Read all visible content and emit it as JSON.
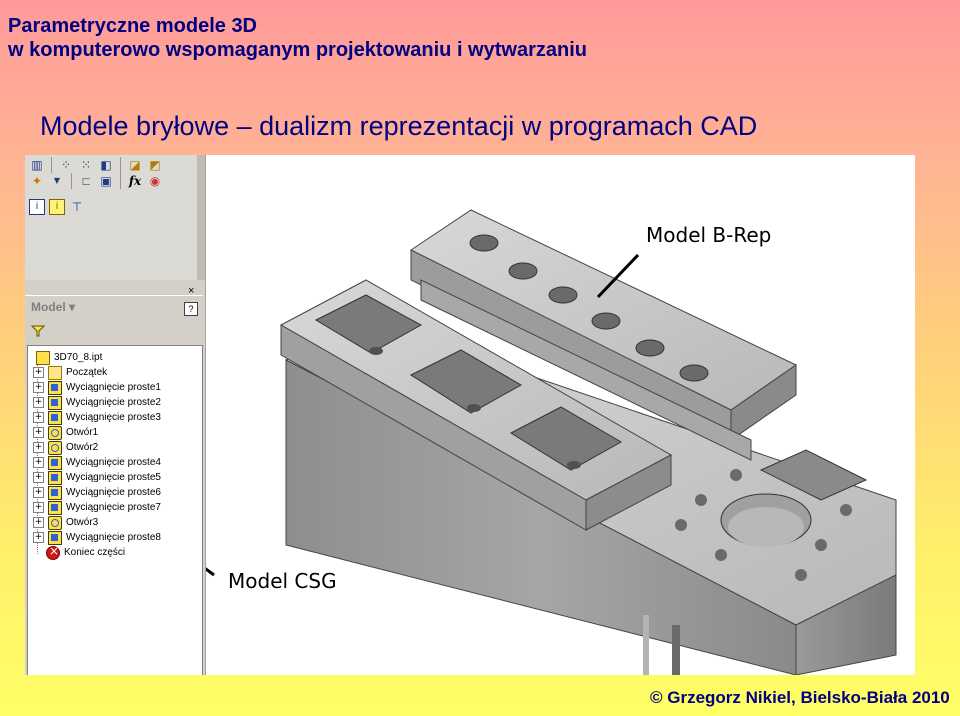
{
  "slide": {
    "title_line1": "Parametryczne modele 3D",
    "title_line2": "w komputerowo wspomaganym projektowaniu i wytwarzaniu",
    "subtitle": "Modele bryłowe – dualizm reprezentacji w programach CAD",
    "footer": "© Grzegorz Nikiel, Bielsko-Biała 2010"
  },
  "browser": {
    "label": "Model ▾",
    "close_glyph": "×",
    "help_glyph": "?",
    "tree": [
      {
        "label": "3D70_8.ipt",
        "icon": "part-icon",
        "expand": ""
      },
      {
        "label": "Początek",
        "icon": "folder-icon",
        "expand": "+"
      },
      {
        "label": "Wyciągnięcie proste1",
        "icon": "extrude-icon",
        "expand": "+"
      },
      {
        "label": "Wyciągnięcie proste2",
        "icon": "extrude-icon",
        "expand": "+"
      },
      {
        "label": "Wyciągnięcie proste3",
        "icon": "extrude-icon",
        "expand": "+"
      },
      {
        "label": "Otwór1",
        "icon": "hole-icon",
        "expand": "+"
      },
      {
        "label": "Otwór2",
        "icon": "hole-icon",
        "expand": "+"
      },
      {
        "label": "Wyciągnięcie proste4",
        "icon": "extrude-icon",
        "expand": "+"
      },
      {
        "label": "Wyciągnięcie proste5",
        "icon": "extrude-icon",
        "expand": "+"
      },
      {
        "label": "Wyciągnięcie proste6",
        "icon": "extrude-icon",
        "expand": "+"
      },
      {
        "label": "Wyciągnięcie proste7",
        "icon": "extrude-icon",
        "expand": "+"
      },
      {
        "label": "Otwór3",
        "icon": "hole-icon",
        "expand": "+"
      },
      {
        "label": "Wyciągnięcie proste8",
        "icon": "extrude-icon",
        "expand": "+"
      },
      {
        "label": "Koniec części",
        "icon": "end-of-part-icon",
        "expand": ""
      }
    ]
  },
  "toolbar": {
    "fx_label": "fx"
  },
  "callouts": {
    "brep": "Model B-Rep",
    "csg": "Model CSG"
  }
}
